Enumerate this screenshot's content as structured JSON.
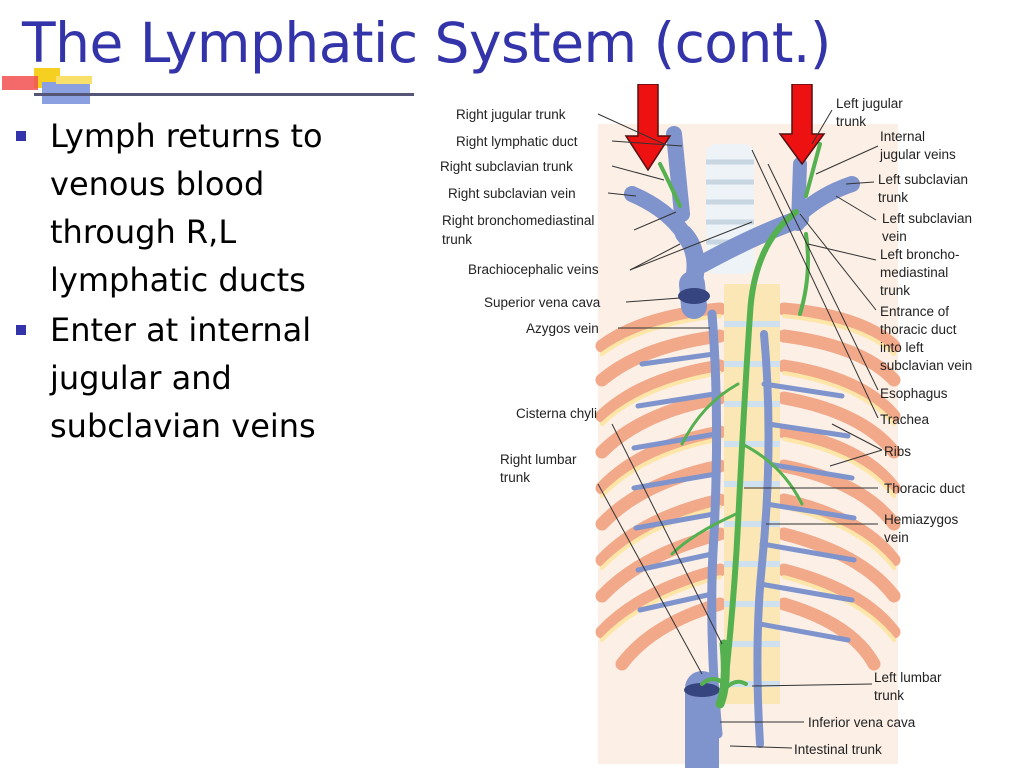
{
  "slide": {
    "title": "The Lymphatic System (cont.)",
    "bullets": [
      "Lymph returns to venous blood through R,L lymphatic ducts",
      "Enter at internal jugular and subclavian veins"
    ]
  },
  "diagram": {
    "left_labels": [
      "Right jugular trunk",
      "Right lymphatic duct",
      "Right subclavian trunk",
      "Right subclavian vein",
      "Right bronchomediastinal",
      "trunk",
      "Brachiocephalic veins",
      "Superior vena cava",
      "Azygos vein",
      "Cisterna chyli",
      "Right lumbar",
      "trunk"
    ],
    "right_labels": [
      "Left jugular",
      "trunk",
      "Internal",
      "jugular veins",
      "Left subclavian",
      "trunk",
      "Left subclavian",
      "vein",
      "Left broncho-",
      "mediastinal",
      "trunk",
      "Entrance of",
      "thoracic duct",
      "into left",
      "subclavian vein",
      "Esophagus",
      "Trachea",
      "Ribs",
      "Thoracic duct",
      "Hemiazygos",
      "vein",
      "Left lumbar",
      "trunk",
      "Inferior vena cava",
      "Intestinal trunk"
    ]
  },
  "colors": {
    "title": "#3333aa",
    "arrow": "#ee1111",
    "vein": "#7f93cc",
    "lymph": "#55b050",
    "rib": "#f2a98a"
  }
}
